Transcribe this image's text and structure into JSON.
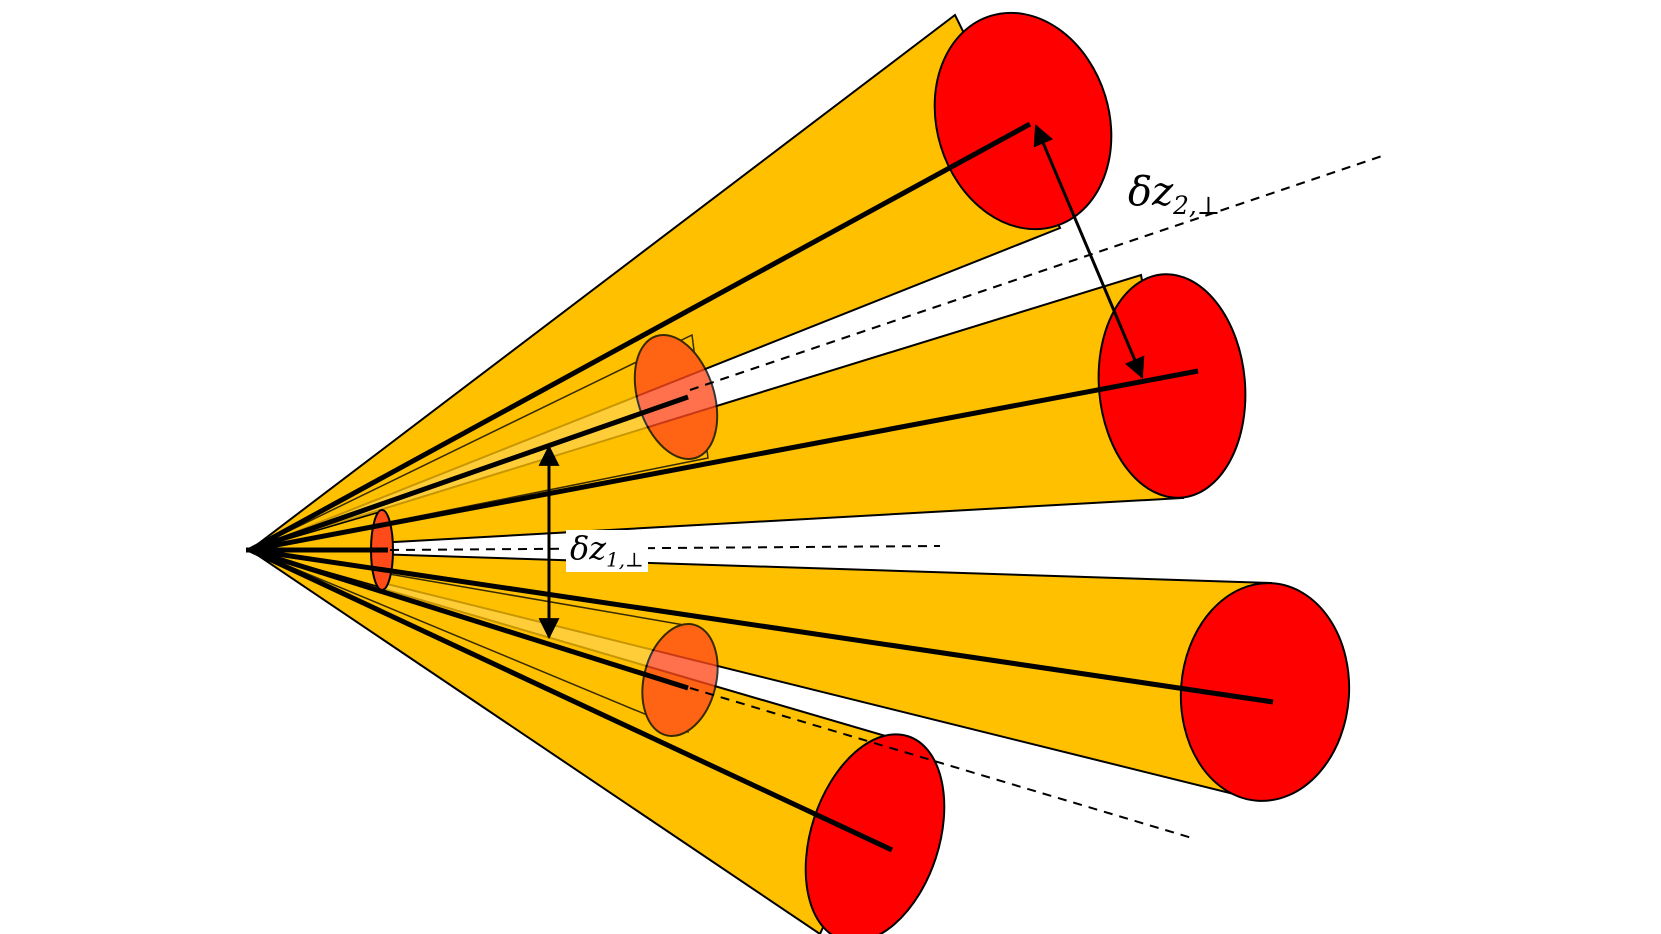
{
  "labels": {
    "inner": {
      "symbol": "δz",
      "subscript": "1,⊥"
    },
    "outer": {
      "symbol": "δz",
      "subscript": "2,⊥"
    }
  },
  "colors": {
    "cone_fill": "#FFC000",
    "cap_fill": "#FF0000",
    "inner_cap_fill": "#FF4A1A",
    "outline": "#000000",
    "background": "#FFFFFF"
  }
}
